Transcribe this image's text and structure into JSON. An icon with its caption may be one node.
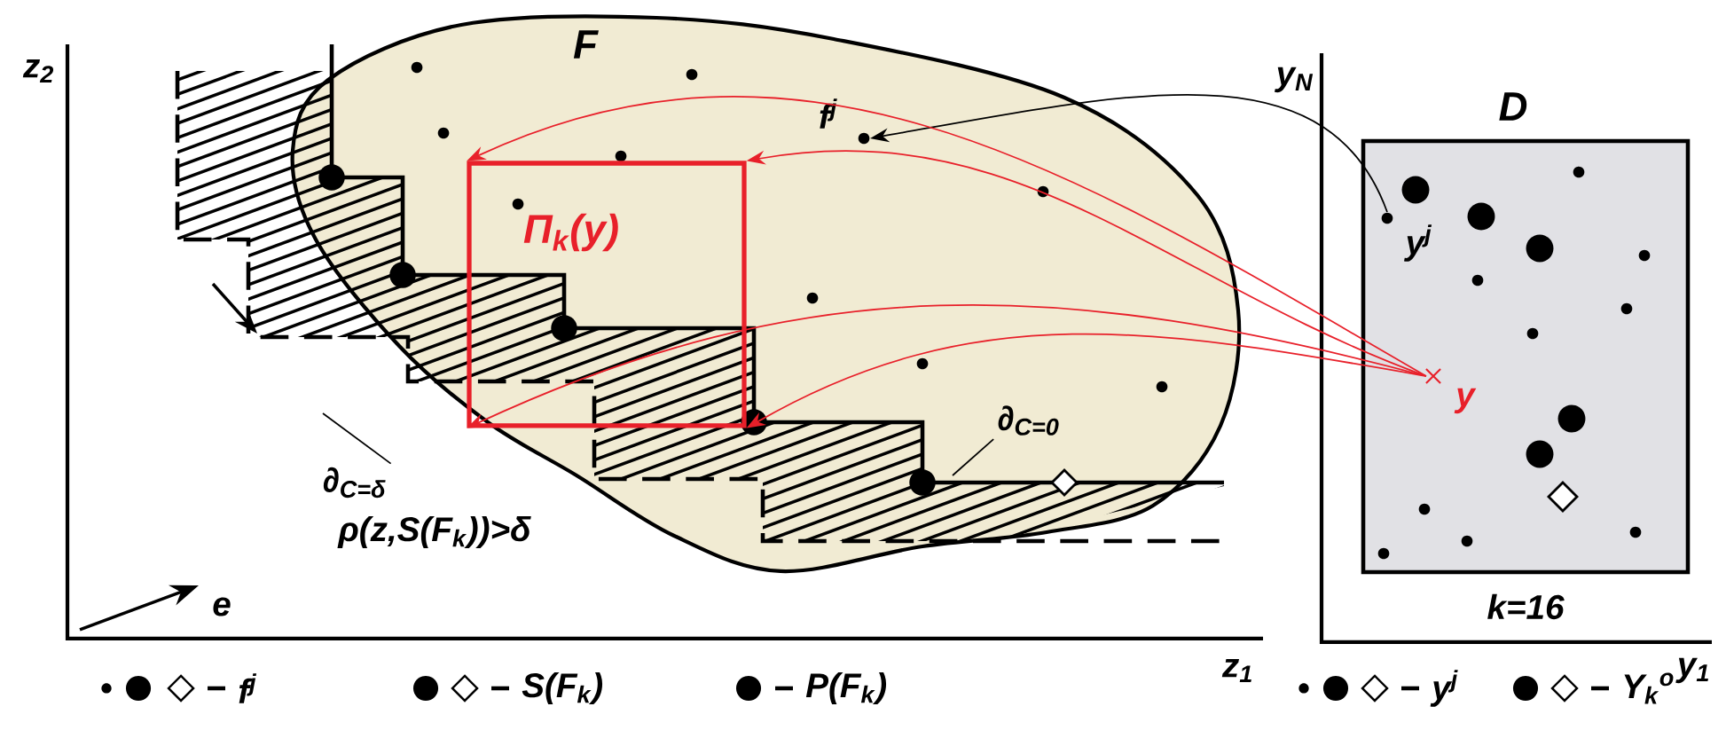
{
  "diagram": {
    "nodes": [
      {
        "text": [
          "F"
        ]
      },
      {
        "text": [],
        "shape": "circle",
        "beside": [
          "f$^{j}$"
        ],
        "in": 0
      },
      {
        "text": [
          "Π$_{k}$(y)"
        ],
        "in": 0
      },
      {
        "text": [
          "∂$_{C=δ}$"
        ]
      },
      {
        "text": [
          "∂$_{C=0}$"
        ],
        "in": 0
      },
      {
        "text": [
          "D"
        ],
        "beside": [
          "k=16"
        ]
      },
      {
        "text": [],
        "shape": "circle",
        "beside": [
          "y$^{j}$"
        ],
        "in": 5
      },
      {
        "text": [],
        "shape": "cross",
        "beside": [
          "y"
        ],
        "in": 5
      }
    ],
    "edges": [
      {
        "from": 6,
        "to": 1,
        "arrow": "to",
        "color": "#000000"
      },
      {
        "from": 7,
        "to": 2,
        "arrow": "to",
        "color": "#e8202a"
      },
      {
        "from": 7,
        "to": 2,
        "arrow": "to",
        "color": "#e8202a"
      },
      {
        "from": 7,
        "to": 2,
        "arrow": "to",
        "color": "#e8202a"
      },
      {
        "from": 7,
        "to": 2,
        "arrow": "to",
        "color": "#e8202a"
      },
      {
        "from": 3,
        "to": null,
        "arrow": "none",
        "color": "#000000"
      },
      {
        "from": 4,
        "to": null,
        "arrow": "none",
        "color": "#000000"
      }
    ],
    "labels": [
      "z$_{2}$",
      "y$_{N}$",
      "ρ(z,S(F$_{k}$))>δ",
      "e",
      "z$_{1}$",
      "y$_{1}$"
    ],
    "legend": [
      {
        "text": "f$^{j}$"
      },
      {
        "text": "S(F$_{k}$)"
      },
      {
        "text": "P(F$_{k}$)"
      },
      {
        "text": "y$^{j}$"
      },
      {
        "text": "Y$_{k}$$^{o}$"
      }
    ]
  }
}
